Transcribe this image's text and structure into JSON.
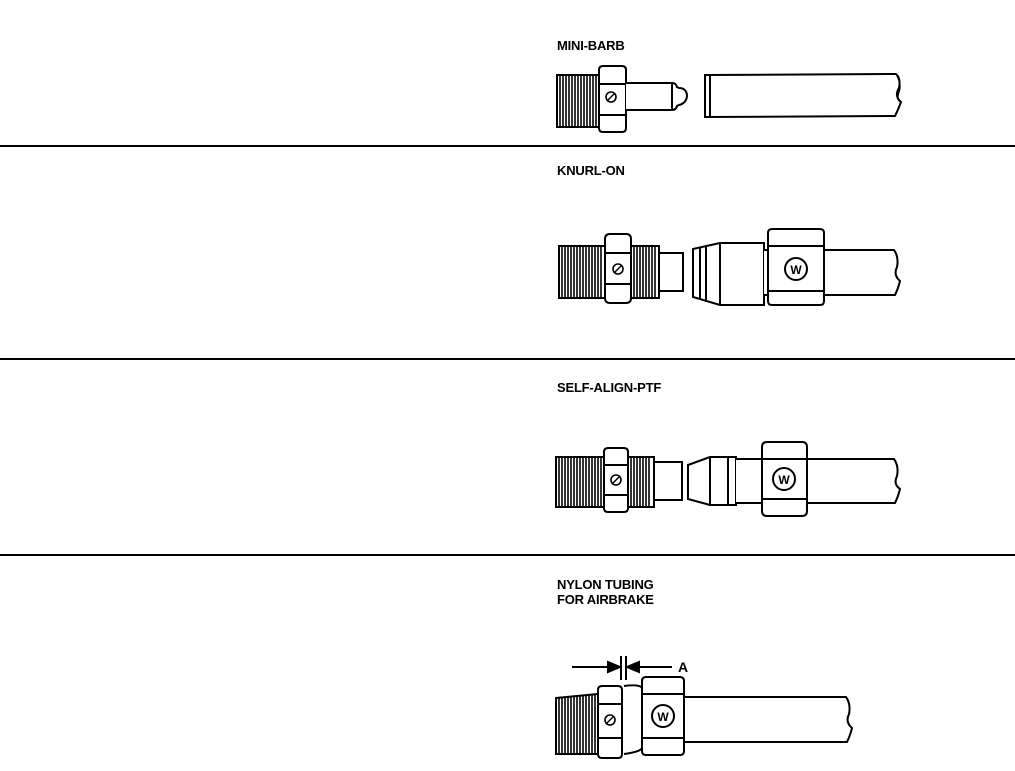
{
  "sections": [
    {
      "label": "MINI-BARB"
    },
    {
      "label": "KNURL-ON"
    },
    {
      "label": "SELF-ALIGN-PTF"
    },
    {
      "label_line1": "NYLON TUBING",
      "label_line2": "FOR AIRBRAKE",
      "dimension_label": "A"
    }
  ],
  "colors": {
    "ink": "#000000",
    "paper": "#ffffff"
  }
}
